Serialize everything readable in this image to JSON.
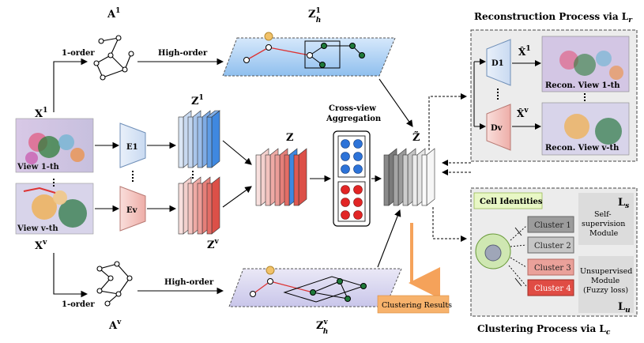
{
  "labels": {
    "x1_top": "X",
    "x1_sup": "1",
    "xv_bottom": "X",
    "xv_sup": "v",
    "a1": "A",
    "a1_sup": "1",
    "av": "A",
    "av_sup": "v",
    "z1h": "Z",
    "z1h_sub": "h",
    "z1h_sup": "1",
    "zvh": "Z",
    "zvh_sub": "h",
    "zvh_sup": "v",
    "first_order_top": "1-order",
    "first_order_bottom": "1-order",
    "high_order_top": "High-order",
    "high_order_bottom": "High-order",
    "view1": "View 1-th",
    "viewv": "View v-th",
    "e1": "E1",
    "ev": "Ev",
    "z1": "Z",
    "z1_sup": "1",
    "zv": "Z",
    "zv_sup": "v",
    "z": "Z",
    "cross_view_1": "Cross-view",
    "cross_view_2": "Aggregation",
    "ztilde": "Z̃",
    "clustering_results": "Clustering Results"
  },
  "reconstruction": {
    "title_prefix": "Reconstruction Process via ",
    "title_symbol": "L",
    "title_sub": "r",
    "d1": "D1",
    "dv": "Dv",
    "xhat1": "X̂",
    "xhat1_sup": "1",
    "xhatv": "X̂",
    "xhatv_sup": "v",
    "recon1": "Recon. View 1-th",
    "reconv": "Recon. View v-th"
  },
  "clustering": {
    "title_prefix": "Clustering Process via ",
    "title_symbol": "L",
    "title_sub": "c",
    "cell_identities": "Cell Identities",
    "clusters": [
      "Cluster 1",
      "Cluster 2",
      "Cluster 3",
      "Cluster 4"
    ],
    "ls": "L",
    "ls_sub": "s",
    "self_sup_1": "Self-",
    "self_sup_2": "supervision",
    "self_sup_3": "Module",
    "unsup_1": "Unsupervised",
    "unsup_2": "Module",
    "unsup_3": "(Fuzzy loss)",
    "lu": "L",
    "lu_sub": "u"
  },
  "colors": {
    "encoder_blue": "#dbe7f5",
    "encoder_red": "#f3c9c6",
    "blue_dark": "#3b86e0",
    "red_dark": "#e05050",
    "gray_dark": "#6d6d6d",
    "panel_bg": "#ececec",
    "orange": "#f7b26c",
    "green_dot": "#1f7a3a",
    "cluster_gray": "#b5b5b5",
    "cluster_red": "#e8908a"
  }
}
